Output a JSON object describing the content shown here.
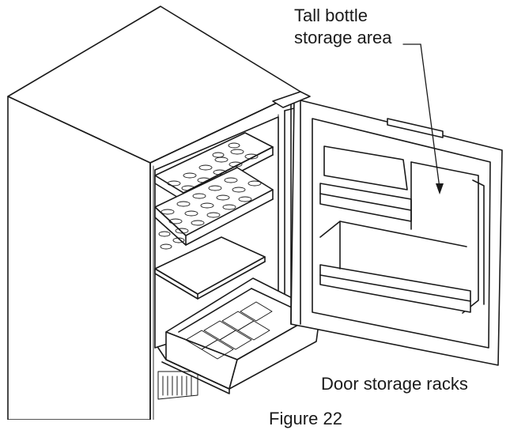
{
  "labels": {
    "tall_bottle_line1": "Tall bottle",
    "tall_bottle_line2": "storage area",
    "door_racks": "Door storage racks",
    "figure_caption": "Figure 22"
  },
  "colors": {
    "line": "#1a1a1a",
    "background": "#ffffff"
  }
}
